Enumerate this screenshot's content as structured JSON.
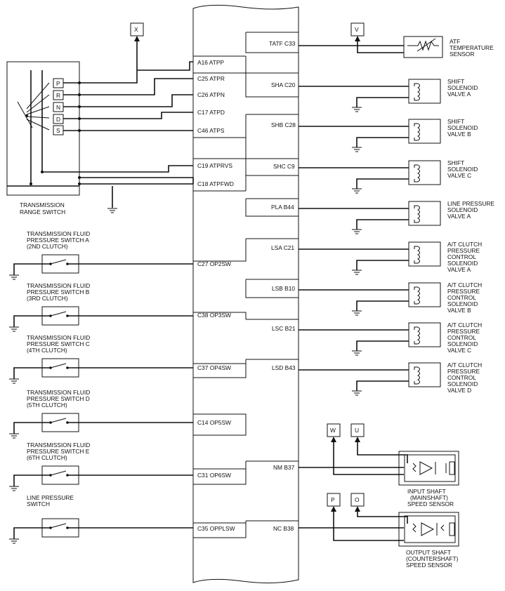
{
  "range_switch": {
    "label_1": "TRANSMISSION",
    "label_2": "RANGE SWITCH",
    "positions": [
      "P",
      "R",
      "N",
      "D",
      "S"
    ]
  },
  "connectors_top": {
    "x": "X",
    "v": "V"
  },
  "ecu_inputs": [
    "A16 ATPP",
    "C25 ATPR",
    "C26 ATPN",
    "C17 ATPD",
    "C46 ATPS",
    "C19 ATPRVS",
    "C18 ATPFWD",
    "C27 OP2SW",
    "C38 OP3SW",
    "C37 OP4SW",
    "C14 OP5SW",
    "C31 OP6SW",
    "C35 OPPLSW"
  ],
  "ecu_outputs": [
    "TATF C33",
    "SHA C20",
    "SHB C28",
    "SHC C9",
    "PLA B44",
    "LSA C21",
    "LSB B10",
    "LSC B21",
    "LSD B43",
    "NM B37",
    "NC B38"
  ],
  "pressure_switches": [
    {
      "l1": "TRANSMISSION FLUID",
      "l2": "PRESSURE SWITCH A",
      "l3": "(2ND CLUTCH)"
    },
    {
      "l1": "TRANSMISSION FLUID",
      "l2": "PRESSURE SWITCH B",
      "l3": "(3RD CLUTCH)"
    },
    {
      "l1": "TRANSMISSION FLUID",
      "l2": "PRESSURE SWITCH C",
      "l3": "(4TH CLUTCH)"
    },
    {
      "l1": "TRANSMISSION FLUID",
      "l2": "PRESSURE SWITCH D",
      "l3": "(5TH CLUTCH)"
    },
    {
      "l1": "TRANSMISSION FLUID",
      "l2": "PRESSURE SWITCH E",
      "l3": "(6TH CLUTCH)"
    },
    {
      "l1": "LINE PRESSURE",
      "l2": "SWITCH",
      "l3": ""
    }
  ],
  "atf_sensor": {
    "l1": "ATF",
    "l2": "TEMPERATURE",
    "l3": "SENSOR"
  },
  "solenoids": [
    {
      "l1": "SHIFT",
      "l2": "SOLENOID",
      "l3": "VALVE A",
      "l4": ""
    },
    {
      "l1": "SHIFT",
      "l2": "SOLENOID",
      "l3": "VALVE B",
      "l4": ""
    },
    {
      "l1": "SHIFT",
      "l2": "SOLENOID",
      "l3": "VALVE C",
      "l4": ""
    },
    {
      "l1": "LINE PRESSURE",
      "l2": "SOLENOID",
      "l3": "VALVE A",
      "l4": ""
    },
    {
      "l1": "A/T CLUTCH",
      "l2": "PRESSURE",
      "l3": "CONTROL",
      "l4": "SOLENOID",
      "l5": "VALVE A"
    },
    {
      "l1": "A/T CLUTCH",
      "l2": "PRESSURE",
      "l3": "CONTROL",
      "l4": "SOLENOID",
      "l5": "VALVE B"
    },
    {
      "l1": "A/T CLUTCH",
      "l2": "PRESSURE",
      "l3": "CONTROL",
      "l4": "SOLENOID",
      "l5": "VALVE C"
    },
    {
      "l1": "A/T CLUTCH",
      "l2": "PRESSURE",
      "l3": "CONTROL",
      "l4": "SOLENOID",
      "l5": "VALVE D"
    }
  ],
  "speed_sensors": {
    "input": {
      "l1": "INPUT SHAFT",
      "l2": "(MAINSHAFT)",
      "l3": "SPEED SENSOR",
      "c1": "W",
      "c2": "U"
    },
    "output": {
      "l1": "OUTPUT SHAFT",
      "l2": "(COUNTERSHAFT)",
      "l3": "SPEED SENSOR",
      "c1": "P",
      "c2": "O"
    }
  }
}
